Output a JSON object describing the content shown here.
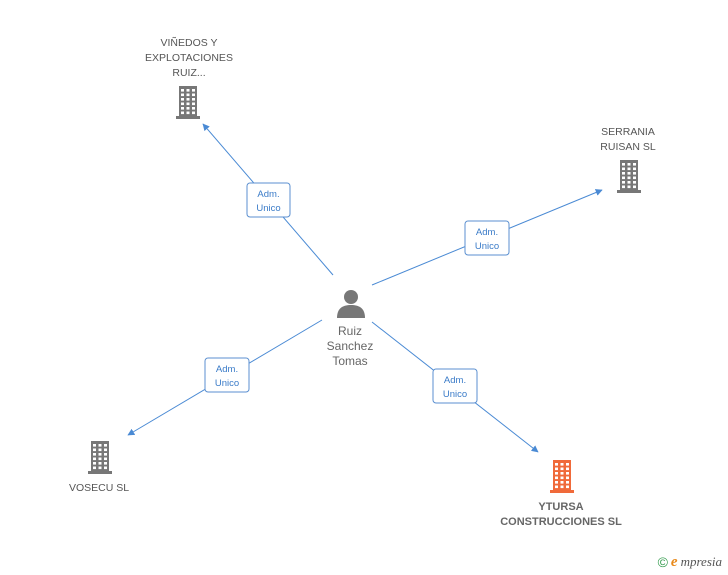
{
  "diagram": {
    "center": {
      "lines": [
        "Ruiz",
        "Sanchez",
        "Tomas"
      ]
    },
    "companies": [
      {
        "id": "vinedos",
        "lines": [
          "VIÑEDOS Y",
          "EXPLOTACIONES",
          "RUIZ..."
        ],
        "focus": false
      },
      {
        "id": "serrania",
        "lines": [
          "SERRANIA",
          "RUISAN SL"
        ],
        "focus": false
      },
      {
        "id": "vosecu",
        "lines": [
          "VOSECU SL"
        ],
        "focus": false
      },
      {
        "id": "ytursa",
        "lines": [
          "YTURSA",
          "CONSTRUCCIONES SL"
        ],
        "focus": true
      }
    ],
    "edges": [
      {
        "to": "vinedos",
        "label": [
          "Adm.",
          "Unico"
        ]
      },
      {
        "to": "serrania",
        "label": [
          "Adm.",
          "Unico"
        ]
      },
      {
        "to": "vosecu",
        "label": [
          "Adm.",
          "Unico"
        ]
      },
      {
        "to": "ytursa",
        "label": [
          "Adm.",
          "Unico"
        ]
      }
    ]
  },
  "colors": {
    "building": "#777777",
    "focus_building": "#f06a3a",
    "edge": "#4a8ad4",
    "person": "#777777"
  },
  "brand": {
    "copyright": "©",
    "initial": "e",
    "rest": "mpresia"
  }
}
